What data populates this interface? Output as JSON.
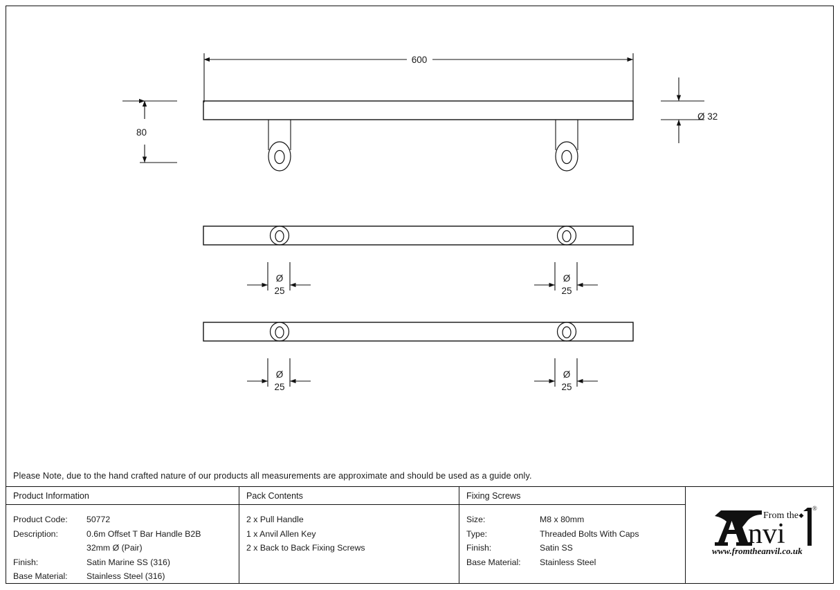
{
  "document": {
    "type": "technical-drawing",
    "note": "Please Note, due to the hand crafted nature of our products all measurements are approximate and should be used as a guide only."
  },
  "drawing": {
    "dimensions": {
      "length": "600",
      "height": "80",
      "bar_diameter": "Ø 32",
      "rose_symbol": "Ø",
      "rose_value": "25"
    },
    "views": [
      {
        "name": "side-elevation",
        "length_label": "600",
        "height_label": "80",
        "diameter_label": "Ø 32"
      },
      {
        "name": "plan-view-top",
        "rose_symbol": "Ø",
        "rose_value": "25"
      },
      {
        "name": "plan-view-bottom",
        "rose_symbol": "Ø",
        "rose_value": "25"
      }
    ]
  },
  "table": {
    "columns": [
      {
        "header": "Product Information",
        "rows": [
          {
            "key": "Product Code:",
            "value": "50772"
          },
          {
            "key": "Description:",
            "value": "0.6m Offset T Bar Handle B2B"
          },
          {
            "key": "",
            "value": "32mm Ø (Pair)"
          },
          {
            "key": "Finish:",
            "value": "Satin Marine SS (316)"
          },
          {
            "key": "Base Material:",
            "value": "Stainless Steel (316)"
          }
        ]
      },
      {
        "header": "Pack Contents",
        "items": [
          "2 x Pull Handle",
          "1 x Anvil Allen Key",
          "2 x Back to Back Fixing Screws"
        ]
      },
      {
        "header": "Fixing Screws",
        "rows": [
          {
            "key": "Size:",
            "value": "M8 x 80mm"
          },
          {
            "key": "Type:",
            "value": "Threaded Bolts With Caps"
          },
          {
            "key": "Finish:",
            "value": "Satin SS"
          },
          {
            "key": "Base Material:",
            "value": "Stainless Steel"
          }
        ]
      }
    ]
  },
  "logo": {
    "tagline": "From the",
    "wordmark": "Anvil",
    "registered": "®",
    "url": "www.fromtheanvil.co.uk"
  },
  "colors": {
    "line": "#111111",
    "text": "#1a1a1a",
    "background": "#ffffff"
  }
}
